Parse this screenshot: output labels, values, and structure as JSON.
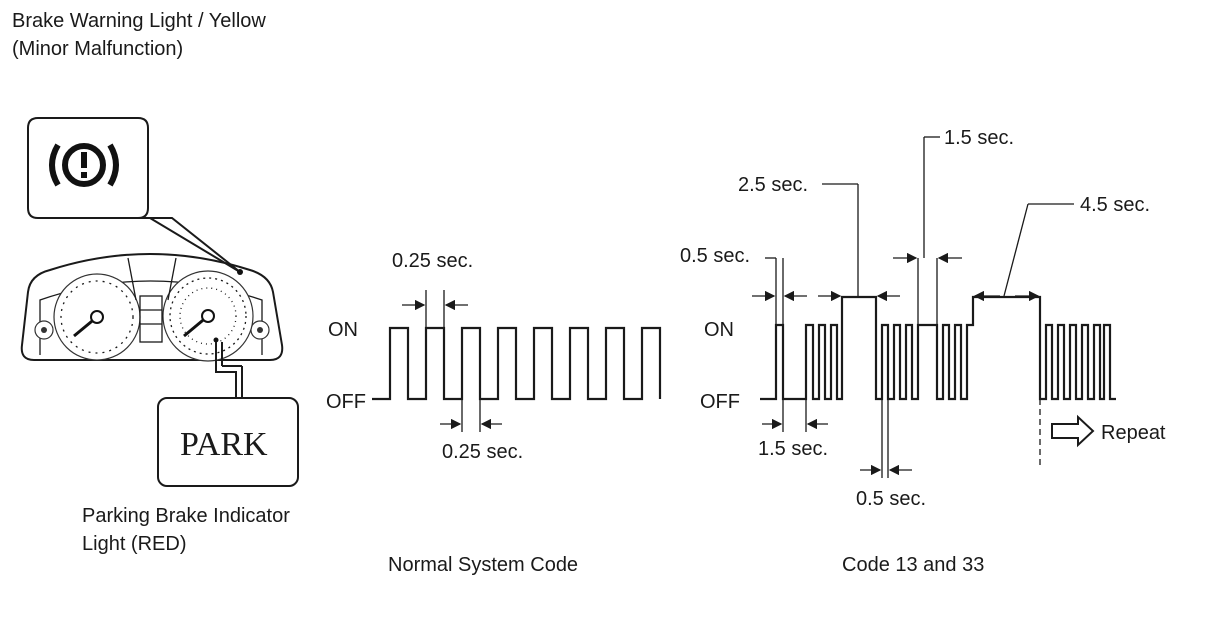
{
  "warning_label": {
    "line1": "Brake Warning Light / Yellow",
    "line2": "(Minor Malfunction)"
  },
  "park_label": {
    "line1": "Parking Brake Indicator",
    "line2": "Light (RED)",
    "badge": "PARK"
  },
  "normal": {
    "caption": "Normal System Code",
    "on": "ON",
    "off": "OFF",
    "on_time": "0.25 sec.",
    "off_time": "0.25 sec."
  },
  "code": {
    "caption": "Code 13 and 33",
    "on": "ON",
    "off": "OFF",
    "t_1_5a": "1.5 sec.",
    "t_2_5": "2.5 sec.",
    "t_4_5": "4.5 sec.",
    "t_0_5a": "0.5 sec.",
    "t_1_5b": "1.5 sec.",
    "t_0_5b": "0.5 sec.",
    "repeat": "Repeat"
  },
  "icons": [
    "brake-warning-icon",
    "instrument-cluster-icon",
    "repeat-arrow-icon"
  ]
}
